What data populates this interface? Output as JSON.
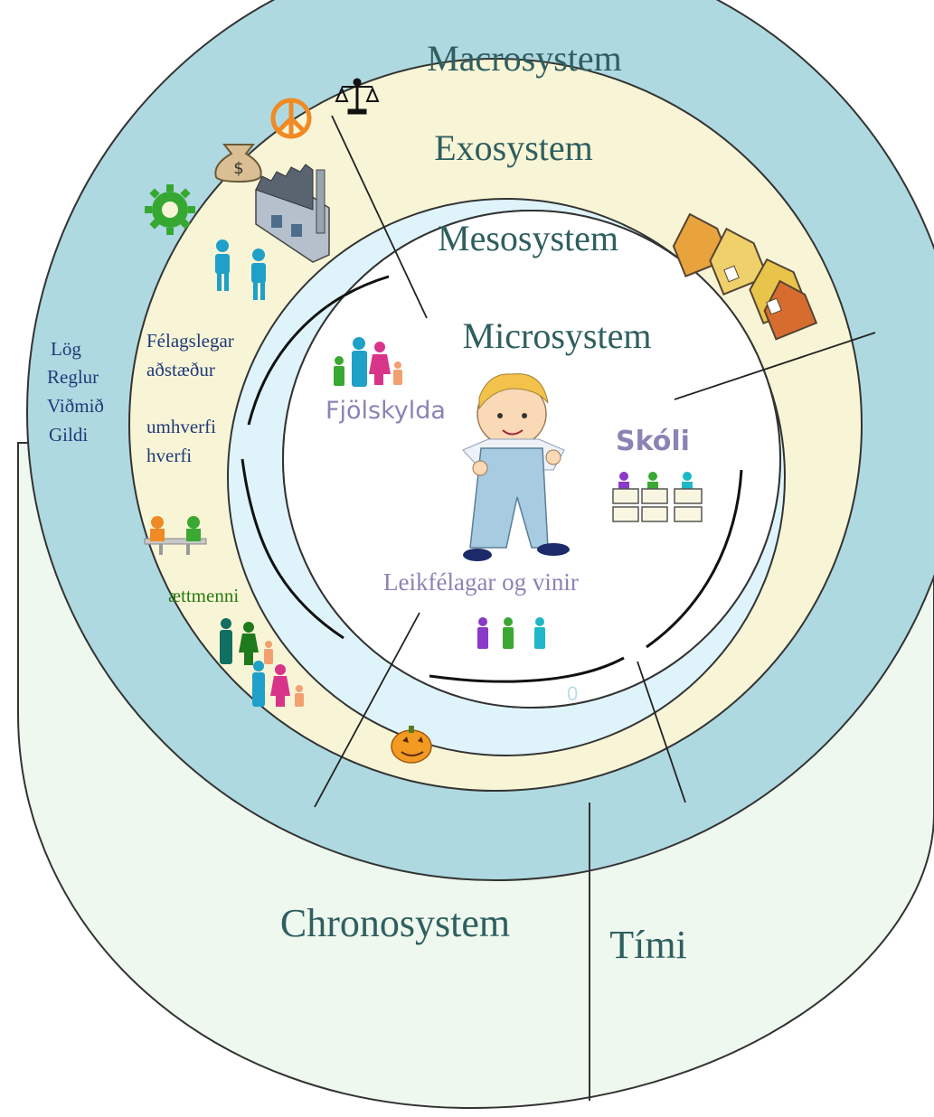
{
  "layers": {
    "macro": "Macrosystem",
    "exo": "Exosystem",
    "meso": "Mesosystem",
    "micro": "Microsystem",
    "chrono": "Chronosystem",
    "time": "Tími"
  },
  "macro_values": [
    "Lög",
    "Reglur",
    "Viðmið",
    "Gildi"
  ],
  "exo_labels": {
    "social_1": "Félagslegar",
    "social_2": "aðstæður",
    "env_1": "umhverfi",
    "env_2": "hverfi",
    "relatives": "ættmenni"
  },
  "micro_labels": {
    "family": "Fjölskylda",
    "school": "Skóli",
    "friends": "Leikfélagar og vinir"
  },
  "meso_mark": "0",
  "icon_text": {
    "money": "$"
  },
  "colors": {
    "chrono": "#eef8ee",
    "macro": "#afd9e0",
    "exo": "#f8f5d7",
    "meso": "#dff4fa",
    "micro": "#ffffff"
  }
}
